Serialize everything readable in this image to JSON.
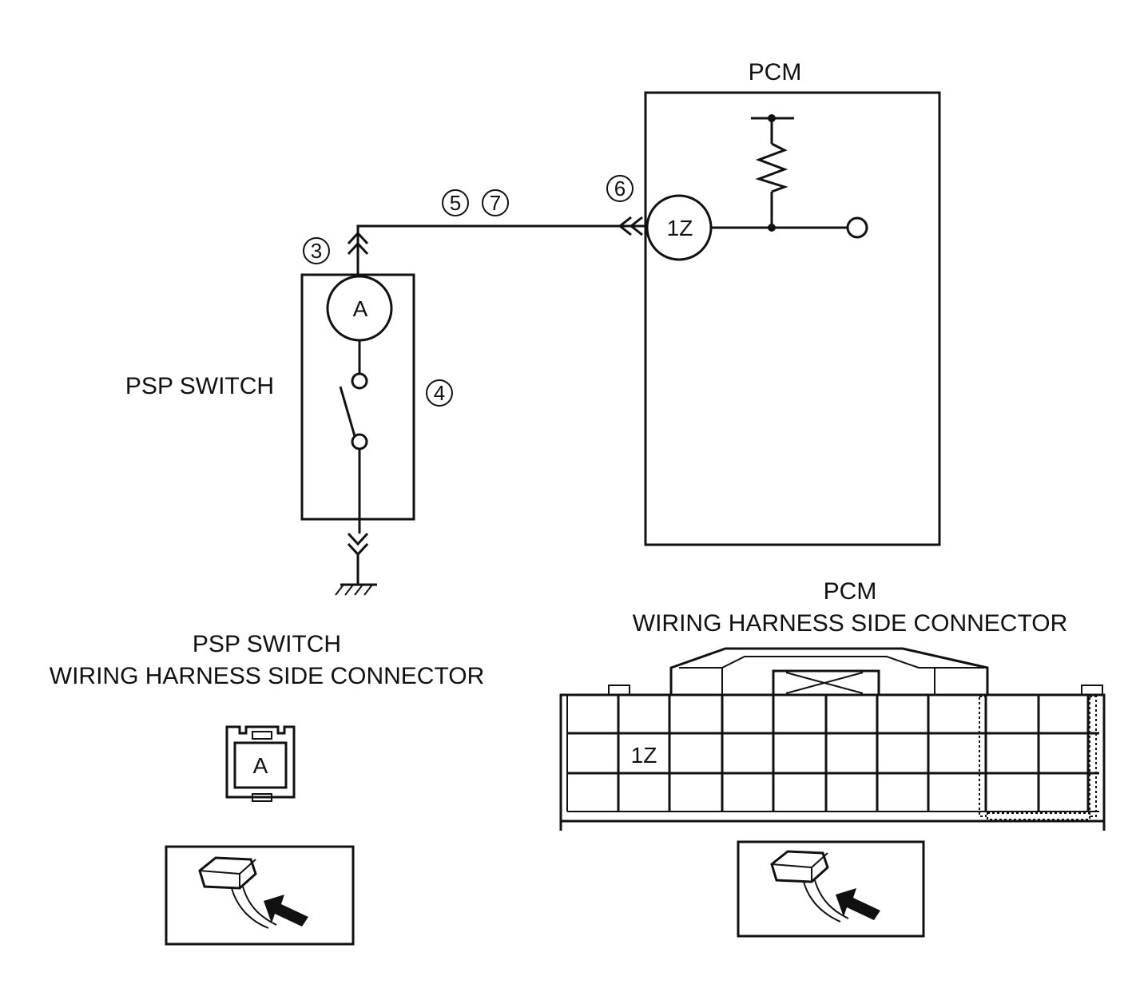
{
  "pcm_title": "PCM",
  "psp_switch_label": "PSP SWITCH",
  "pcm_terminal": "1Z",
  "psp_terminal": "A",
  "step_markers": [
    "3",
    "4",
    "5",
    "6",
    "7"
  ],
  "psp_connector": {
    "title_line1": "PSP SWITCH",
    "title_line2": "WIRING HARNESS SIDE CONNECTOR",
    "terminal": "A"
  },
  "pcm_connector": {
    "title_line1": "PCM",
    "title_line2": "WIRING HARNESS SIDE CONNECTOR",
    "terminal": "1Z"
  }
}
